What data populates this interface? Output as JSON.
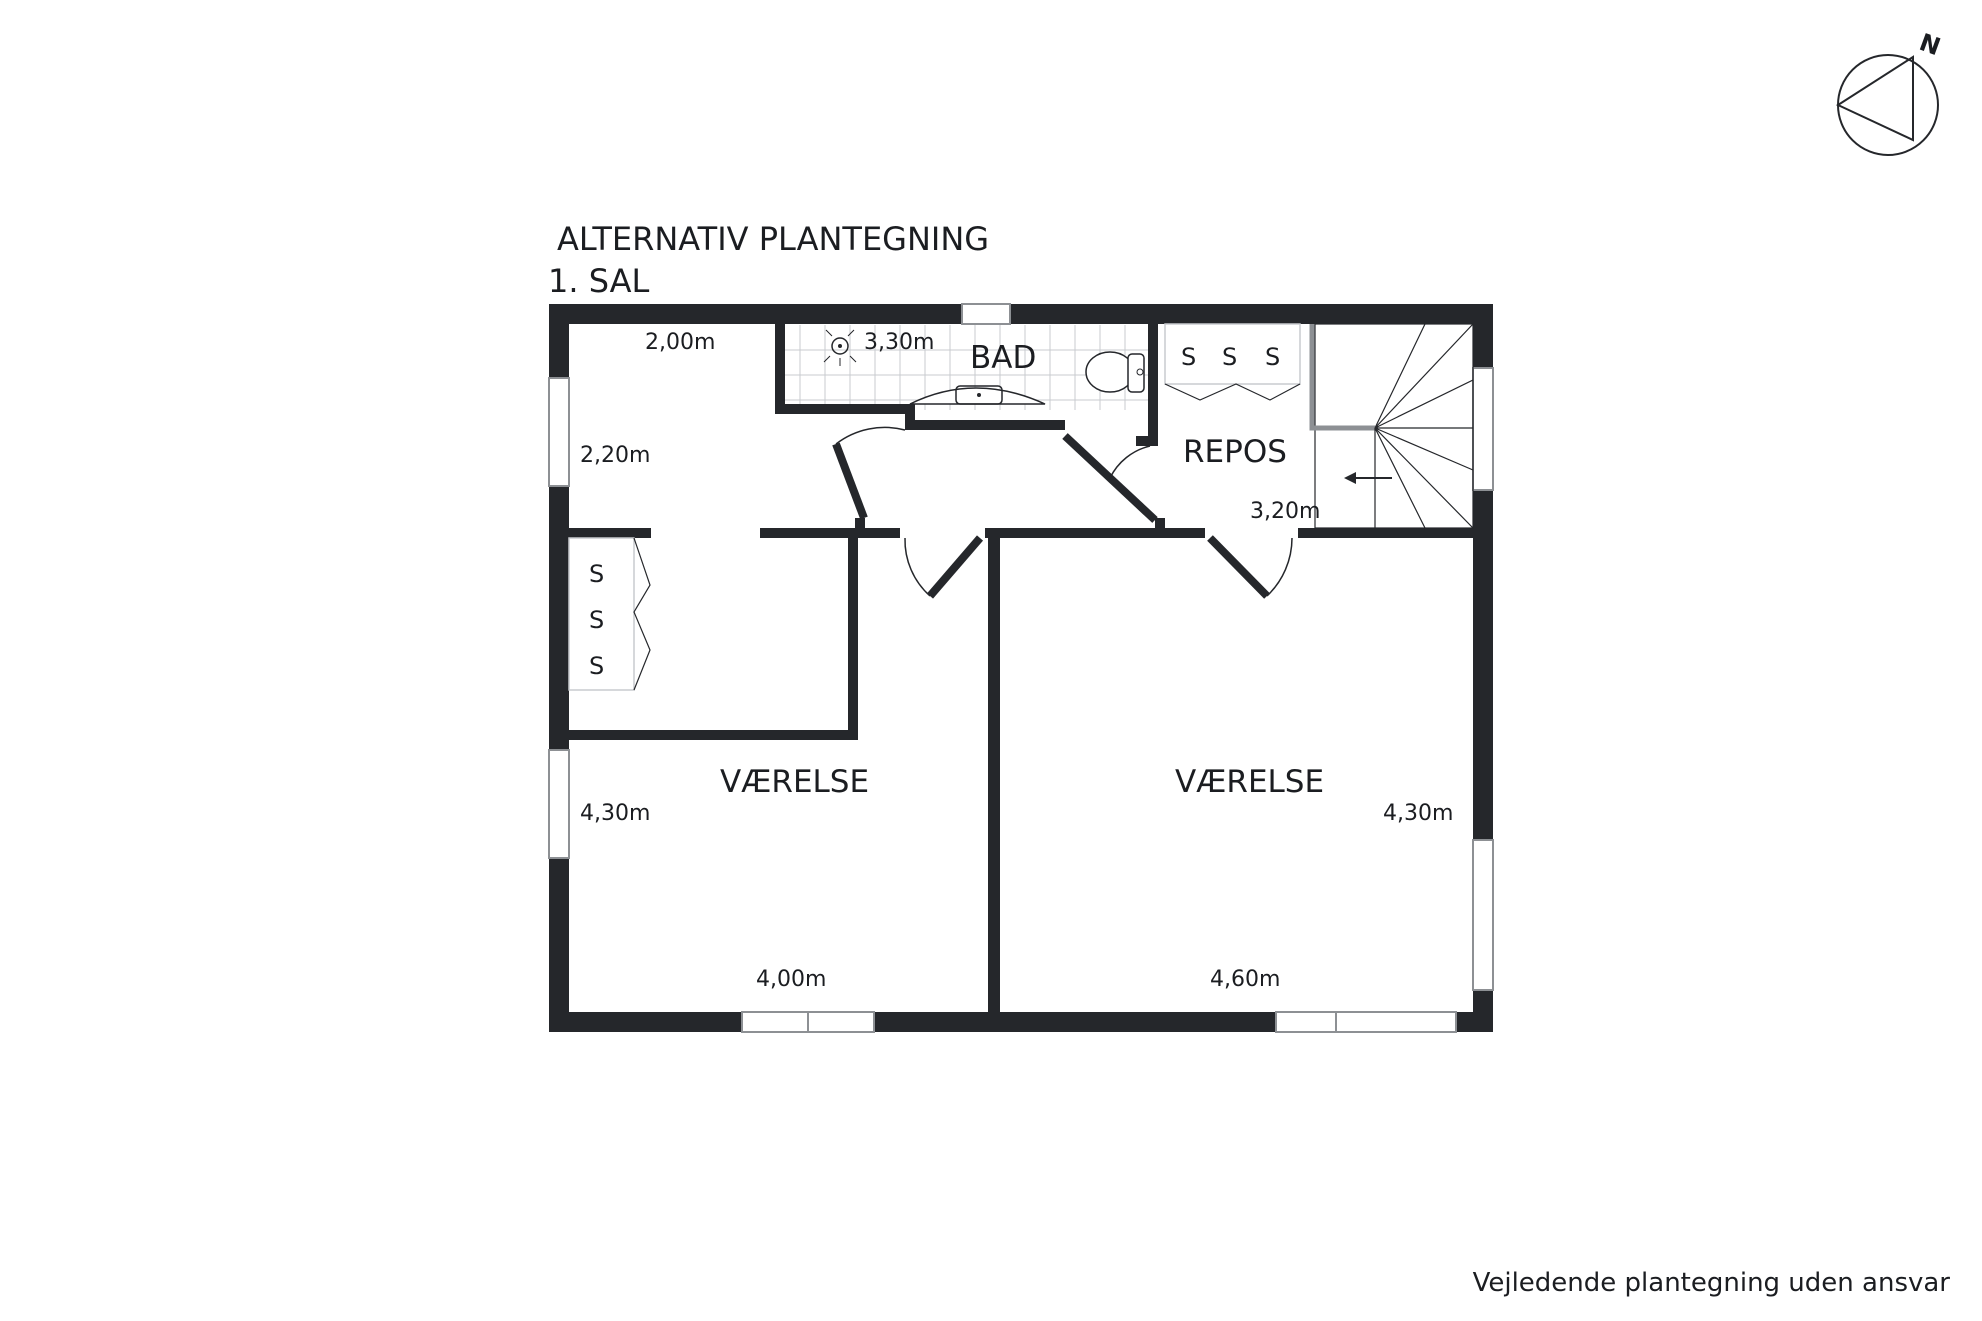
{
  "title": {
    "line1": "ALTERNATIV PLANTEGNING",
    "line2": "1. SAL"
  },
  "rooms": {
    "bad": "BAD",
    "repos": "REPOS",
    "vaerelse_left": "VÆRELSE",
    "vaerelse_right": "VÆRELSE"
  },
  "dimensions": {
    "hall_width": "2,00m",
    "hall_depth": "2,20m",
    "bath_width": "3,30m",
    "landing_width": "3,20m",
    "left_room_depth": "4,30m",
    "left_room_width": "4,00m",
    "right_room_depth": "4,30m",
    "right_room_width": "4,60m"
  },
  "closet_marks": {
    "top": [
      "S",
      "S",
      "S"
    ],
    "left": [
      "S",
      "S",
      "S"
    ]
  },
  "compass": {
    "label": "N"
  },
  "footer": {
    "disclaimer": "Vejledende plantegning uden ansvar"
  },
  "colors": {
    "wall": "#25272b",
    "background": "#ffffff",
    "tile": "#c9cbcf"
  },
  "icons": [
    "shower-icon",
    "sink-icon",
    "toilet-icon",
    "stair-arrow-icon",
    "compass-icon"
  ]
}
